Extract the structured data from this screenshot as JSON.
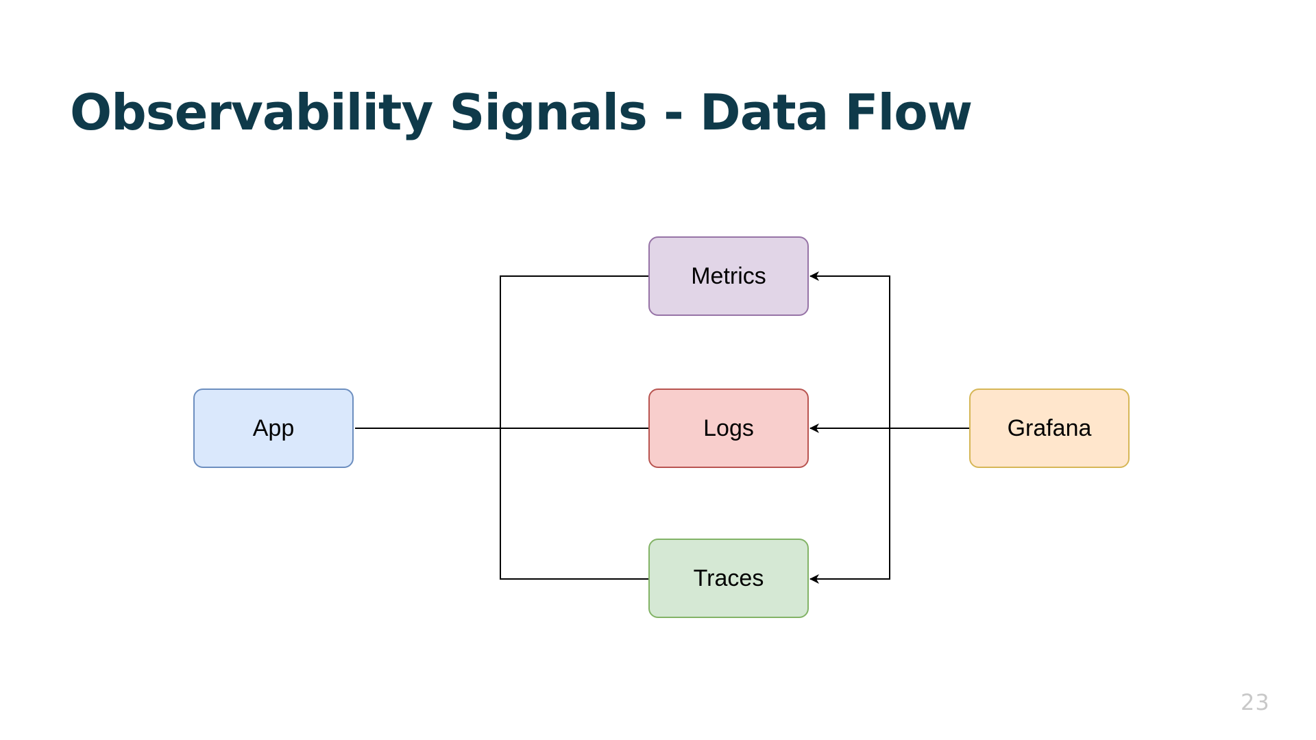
{
  "slide": {
    "title": "Observability Signals - Data Flow",
    "page_number": "23"
  },
  "nodes": {
    "app": {
      "label": "App",
      "fill": "#dae8fc",
      "stroke": "#6c8ebf"
    },
    "metrics": {
      "label": "Metrics",
      "fill": "#e1d5e7",
      "stroke": "#9673a6"
    },
    "logs": {
      "label": "Logs",
      "fill": "#f8cecc",
      "stroke": "#b85450"
    },
    "traces": {
      "label": "Traces",
      "fill": "#d5e8d4",
      "stroke": "#82b366"
    },
    "grafana": {
      "label": "Grafana",
      "fill": "#ffe6cc",
      "stroke": "#d6b656"
    }
  },
  "edges": [
    {
      "from": "App",
      "to": "Metrics"
    },
    {
      "from": "App",
      "to": "Logs"
    },
    {
      "from": "App",
      "to": "Traces"
    },
    {
      "from": "Grafana",
      "to": "Metrics"
    },
    {
      "from": "Grafana",
      "to": "Logs"
    },
    {
      "from": "Grafana",
      "to": "Traces"
    }
  ],
  "colors": {
    "title": "#0f3a4a",
    "connector": "#000000",
    "page_number": "#c8c8c8"
  }
}
